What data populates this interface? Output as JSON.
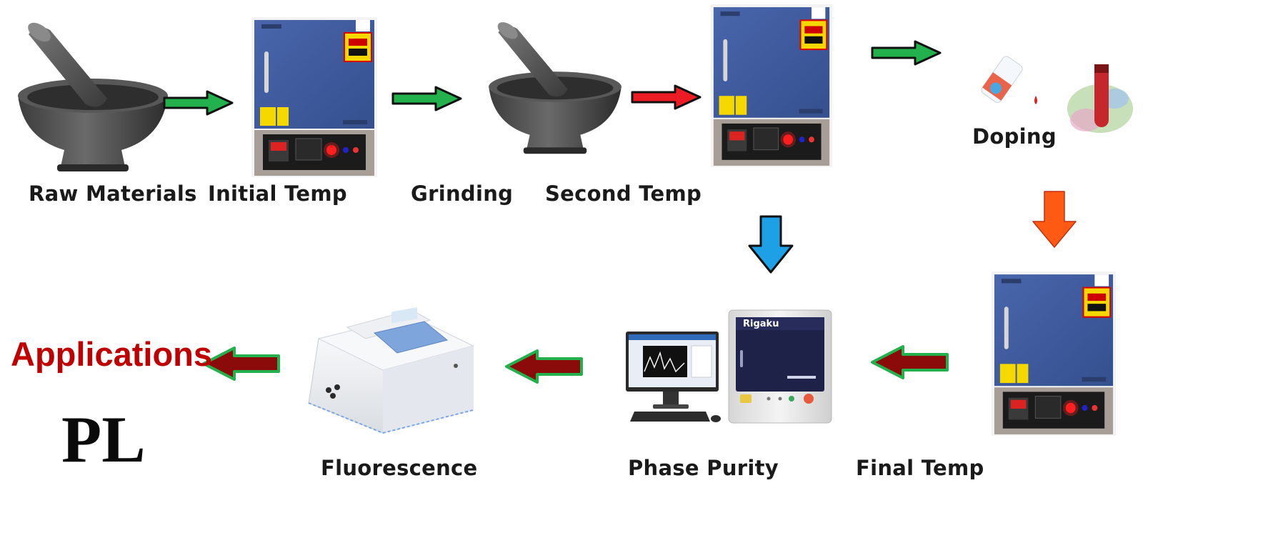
{
  "steps": {
    "raw_materials": "Raw Materials",
    "initial_temp": "Initial Temp",
    "grinding": "Grinding",
    "second_temp": "Second Temp",
    "doping": "Doping",
    "final_temp": "Final Temp",
    "phase_purity": "Phase Purity",
    "fluorescence": "Fluorescence"
  },
  "outputs": {
    "applications": "Applications",
    "pl": "PL"
  },
  "instrument_brand": "Rigaku",
  "colors": {
    "arrow_green": "#22b14c",
    "arrow_red": "#ed1c24",
    "arrow_blue": "#1ea0e6",
    "arrow_orange": "#ff5a14",
    "arrow_maroon": "#8b0a0a",
    "furnace_blue": "#3f5a9e",
    "applications_text": "#c00000"
  },
  "icons": {
    "mortar": "mortar-pestle-icon",
    "furnace": "muffle-furnace-icon",
    "xrd": "xrd-diffractometer-icon",
    "spectrometer": "fluorescence-spectrometer-icon",
    "doping": "doping-vial-icon"
  }
}
